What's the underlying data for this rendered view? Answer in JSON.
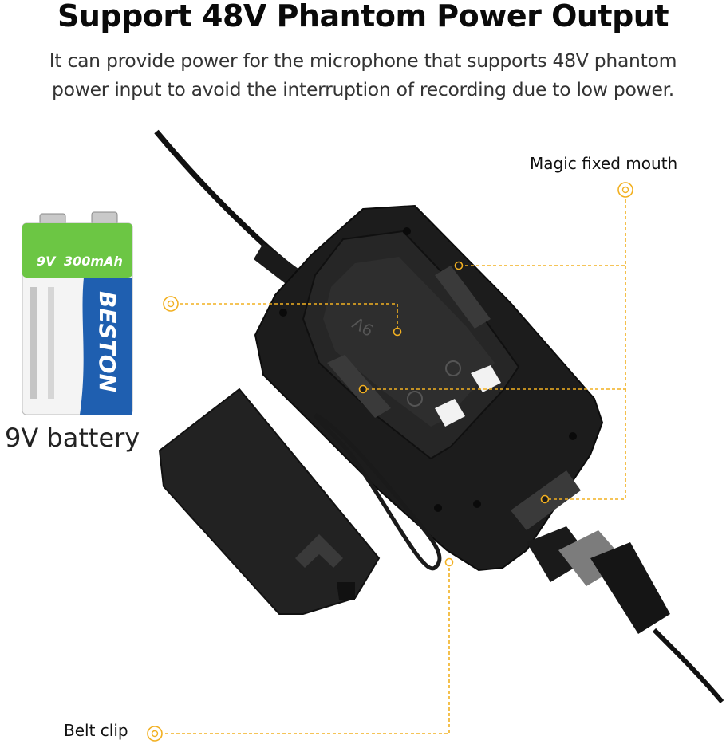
{
  "heading": "Support 48V Phantom Power Output",
  "description_line1": "It can provide power for the microphone that supports 48V phantom",
  "description_line2": "power input to avoid the interruption of recording due to low power.",
  "callouts": {
    "magic_fixed_mouth": "Magic fixed mouth",
    "belt_clip": "Belt clip"
  },
  "battery": {
    "caption": "9V battery",
    "voltage": "9V",
    "capacity": "300mAh",
    "brand": "BESTON"
  },
  "colors": {
    "callout_line": "#f2b021",
    "battery_green": "#6cc644",
    "battery_blue": "#1f5fb0",
    "device_body": "#1c1c1c"
  }
}
